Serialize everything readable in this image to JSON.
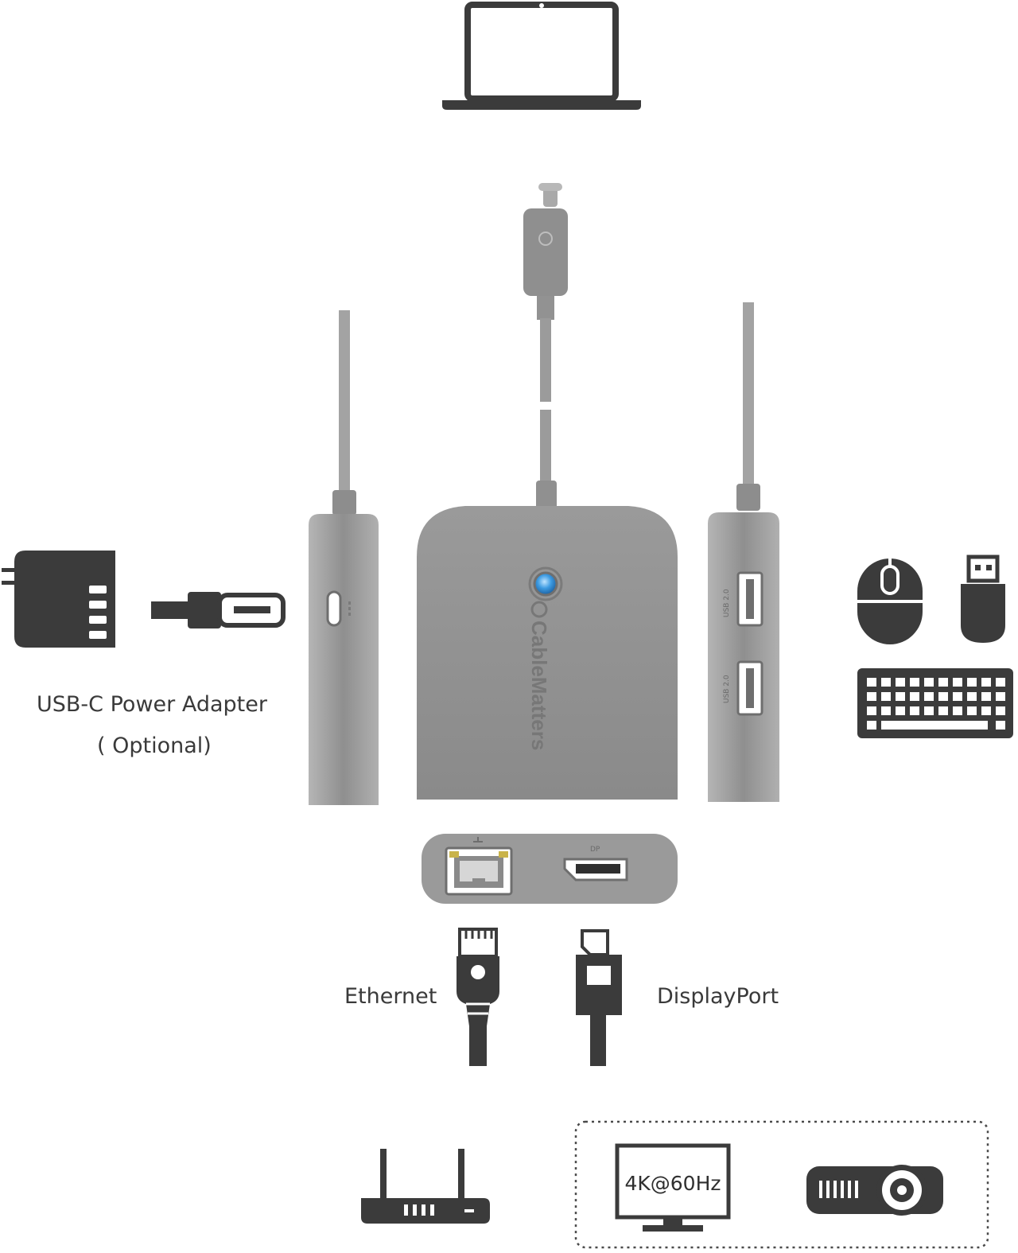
{
  "brand": {
    "logo_text": "CableMatters"
  },
  "labels": {
    "power_adapter": "USB-C Power Adapter",
    "power_adapter_note": "( Optional)",
    "ethernet": "Ethernet",
    "displayport": "DisplayPort",
    "monitor_resolution": "4K@60Hz"
  },
  "port_markings": {
    "usb_port_1": "USB 2.0",
    "usb_port_2": "USB 2.0",
    "dp_port": "DP"
  },
  "icons": [
    "laptop-icon",
    "power-adapter-icon",
    "usb-c-plug-icon",
    "mouse-icon",
    "usb-flash-drive-icon",
    "keyboard-icon",
    "ethernet-plug-icon",
    "displayport-plug-icon",
    "router-icon",
    "monitor-icon",
    "projector-icon"
  ],
  "colors": {
    "hub_body": "#8e8e8e",
    "icon_fill": "#3b3b3b",
    "led_blue": "#2f8fd8",
    "background": "#ffffff"
  }
}
